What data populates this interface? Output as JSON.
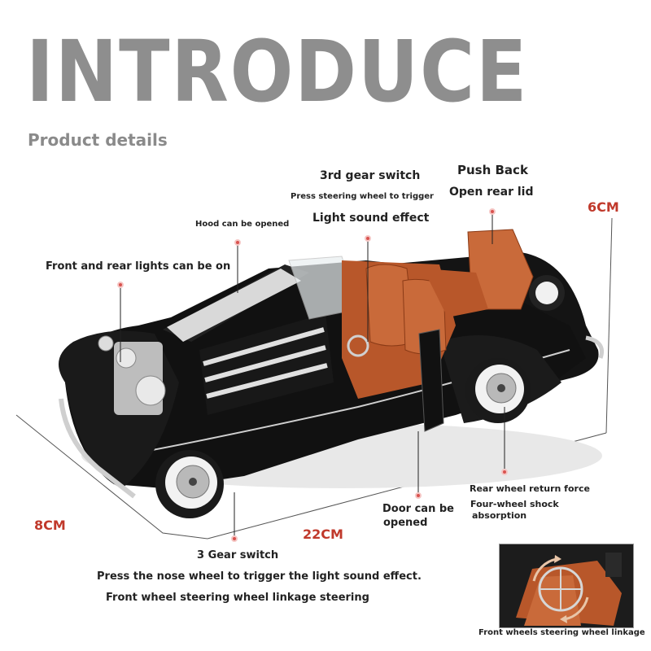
{
  "header": {
    "title": "INTRODUCE",
    "subtitle": "Product details"
  },
  "dimensions": {
    "height": "6CM",
    "width": "8CM",
    "length": "22CM"
  },
  "features": {
    "gear_switch_top": "3rd gear switch",
    "press_steering": "Press steering wheel to trigger",
    "light_sound": "Light sound effect",
    "push_back": "Push Back",
    "open_rear_lid": "Open rear lid",
    "hood_open": "Hood can be opened",
    "lights_on": "Front and rear lights can be on",
    "rear_wheel_return": "Rear wheel return force",
    "four_wheel_shock": "Four-wheel shock",
    "absorption": "absorption",
    "door_open_1": "Door can be",
    "door_open_2": "opened",
    "gear_switch_bottom": "3 Gear switch",
    "press_nose": "Press the nose wheel to trigger the light sound effect.",
    "front_steering": "Front wheel steering wheel linkage steering",
    "inset_caption": "Front wheels steering wheel linkage"
  },
  "colors": {
    "title_gray": "#8e8e8e",
    "dimension_red": "#c0392b",
    "marker_red": "#d9534f",
    "car_body": "#111111",
    "interior_leather": "#b8572a"
  }
}
